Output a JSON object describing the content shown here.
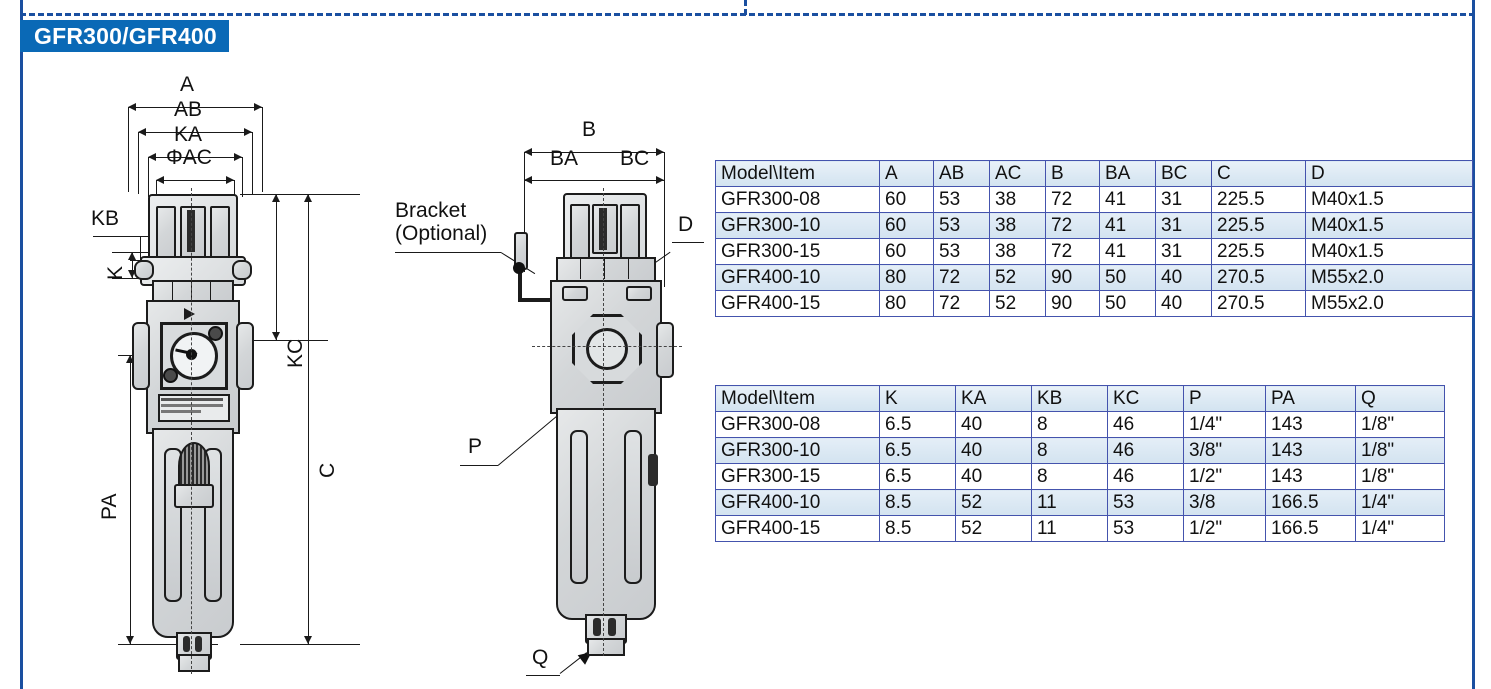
{
  "page": {
    "title_banner": "GFR300/GFR400",
    "accent_blue": "#0a69b6",
    "frame_blue": "#1a4fa0",
    "table_border": "#4453ad",
    "table_alt_row": "#d9e7f3"
  },
  "front_view": {
    "labels": {
      "a": "A",
      "ab": "AB",
      "ka": "KA",
      "ac": "ΦAC",
      "kb": "KB",
      "k": "K",
      "kc": "KC",
      "c": "C",
      "pa": "PA"
    }
  },
  "side_view": {
    "labels": {
      "b": "B",
      "ba": "BA",
      "bc": "BC",
      "bracket_line1": "Bracket",
      "bracket_line2": "(Optional)",
      "d": "D",
      "p": "P",
      "q": "Q"
    }
  },
  "table1": {
    "headers": [
      "Model\\Item",
      "A",
      "AB",
      "AC",
      "B",
      "BA",
      "BC",
      "C",
      "D"
    ],
    "rows": [
      [
        "GFR300-08",
        "60",
        "53",
        "38",
        "72",
        "41",
        "31",
        "225.5",
        "M40x1.5"
      ],
      [
        "GFR300-10",
        "60",
        "53",
        "38",
        "72",
        "41",
        "31",
        "225.5",
        "M40x1.5"
      ],
      [
        "GFR300-15",
        "60",
        "53",
        "38",
        "72",
        "41",
        "31",
        "225.5",
        "M40x1.5"
      ],
      [
        "GFR400-10",
        "80",
        "72",
        "52",
        "90",
        "50",
        "40",
        "270.5",
        "M55x2.0"
      ],
      [
        "GFR400-15",
        "80",
        "72",
        "52",
        "90",
        "50",
        "40",
        "270.5",
        "M55x2.0"
      ]
    ]
  },
  "table2": {
    "headers": [
      "Model\\Item",
      "K",
      "KA",
      "KB",
      "KC",
      "P",
      "PA",
      "Q"
    ],
    "rows": [
      [
        "GFR300-08",
        "6.5",
        "40",
        "8",
        "46",
        "1/4\"",
        "143",
        "1/8\""
      ],
      [
        "GFR300-10",
        "6.5",
        "40",
        "8",
        "46",
        "3/8\"",
        "143",
        "1/8\""
      ],
      [
        "GFR300-15",
        "6.5",
        "40",
        "8",
        "46",
        "1/2\"",
        "143",
        "1/8\""
      ],
      [
        "GFR400-10",
        "8.5",
        "52",
        "11",
        "53",
        "3/8",
        "166.5",
        "1/4\""
      ],
      [
        "GFR400-15",
        "8.5",
        "52",
        "11",
        "53",
        "1/2\"",
        "166.5",
        "1/4\""
      ]
    ]
  }
}
